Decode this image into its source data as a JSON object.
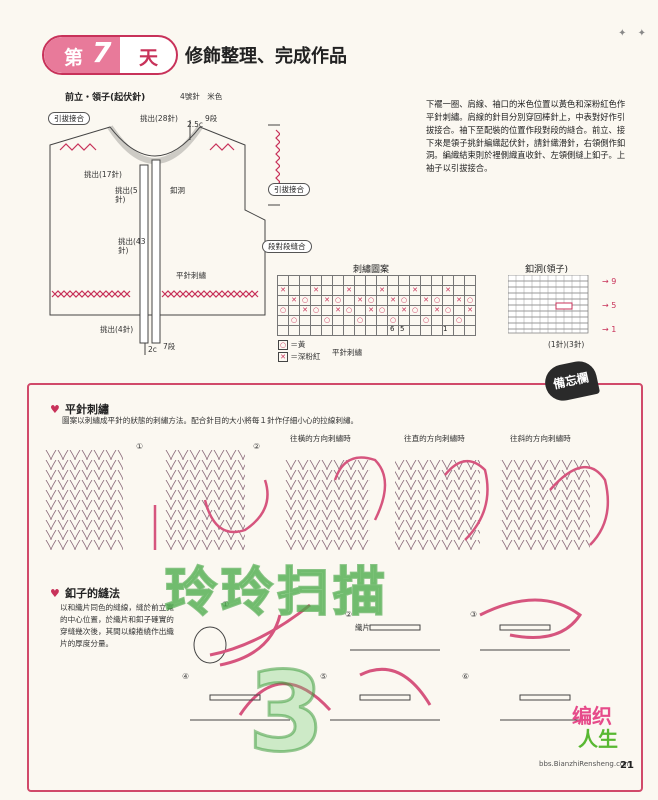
{
  "header": {
    "day_prefix": "第",
    "day_number": "7",
    "day_suffix": "天",
    "title": "修飾整理、完成作品"
  },
  "diagram_front": {
    "title": "前立・領子(起伏針)",
    "needle_note": "4號針　米色",
    "pick_top": "挑出(28針)",
    "rows_29": "2.5c",
    "rows_29_b": "9段",
    "pick_17": "挑出(17針)",
    "pick_5": "挑出(5針)",
    "buttonhole": "釦洞",
    "pick_43": "挑出(43針)",
    "pick_4": "挑出(4針)",
    "flat_stitch": "平針刺繡",
    "bottom_dim": "2c",
    "bottom_rows": "7段",
    "seam_top": "引拔接合",
    "seam_right": "引拔接合",
    "seam_mid": "段對段縫合"
  },
  "body_text": "下襬一圈、肩線、袖口的米色位置以黃色和深粉紅色作平針刺繡。肩線的針目分別穿回棒針上，中表對好作引拔接合。袖下至配裝的位置作段對段的縫合。前立、接下來是領子挑針編織起伏針，請針織滑針，右領側作釦洞。編織結束則於裡側織直收針、左領側縫上釦子。上袖子以引拔接合。",
  "chart_embroidery": {
    "title": "刺繡圖案",
    "col_numbers": [
      "6",
      "5",
      "1"
    ],
    "legend_yellow": "＝黃",
    "legend_pink": "＝深粉紅",
    "legend_group": "平針刺繡"
  },
  "chart_buttonhole": {
    "title": "釦洞(領子)",
    "row_9": "9",
    "row_5": "5",
    "row_1": "1",
    "bottom_note": "(1針)(3針)"
  },
  "memo": {
    "badge": "備忘欄",
    "sec1_title": "平針刺繡",
    "sec1_desc": "圖案以刺繡成平針的狀態的刺繡方法。配合針目的大小將每１針作仔細小心的拉線刺繡。",
    "step1": "①",
    "step2": "②",
    "dir_h": "往橫的方向刺繡時",
    "dir_v": "往直的方向刺繡時",
    "dir_d": "往斜的方向刺繡時",
    "sec2_title": "釦子的縫法",
    "sec2_desc": "以和織片同色的縫線，縫於前立寬的中心位置，於織片和釦子確實的穿縫幾次後，其間以線捲繞作出織片的厚度分量。",
    "btn_step1": "①",
    "btn_step2": "②",
    "btn_step3": "③",
    "btn_step4": "④",
    "btn_step5": "⑤",
    "btn_step6": "⑥",
    "fabric_label": "織片"
  },
  "watermark": {
    "big": "玲玲扫描",
    "num": "3"
  },
  "logo": {
    "line1": "编织",
    "line2": "人生",
    "url": "bbs.BianzhiRensheng.com"
  },
  "page_number": "21",
  "colors": {
    "accent": "#c8325a",
    "pink": "#e87a9a",
    "green": "#58b832"
  }
}
